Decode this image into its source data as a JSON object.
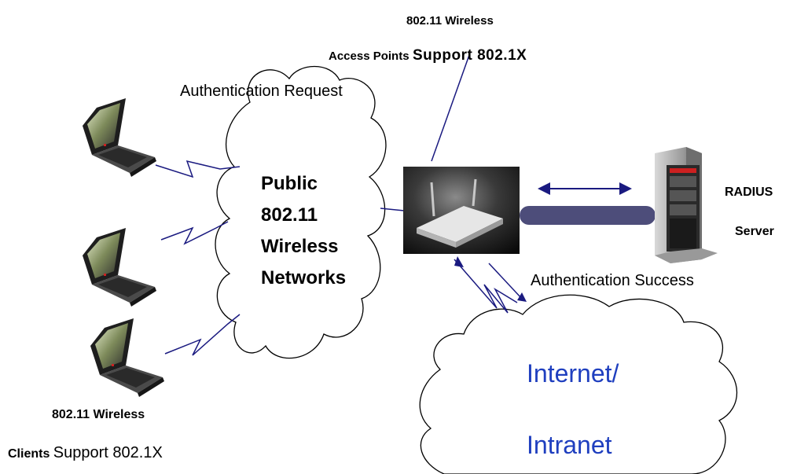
{
  "labels": {
    "ap_title_line1": "802.11 Wireless",
    "ap_title_line2_bold": "Access Points",
    "ap_title_line2_large": "Support 802.1X",
    "auth_request": "Authentication Request",
    "cloud_public_line1": "Public",
    "cloud_public_line2": "802.11",
    "cloud_public_line3": "Wireless",
    "cloud_public_line4": "Networks",
    "radius_line1": "RADIUS",
    "radius_line2": "Server",
    "auth_success": "Authentication Success",
    "internet_line1": "Internet/",
    "internet_line2": "Intranet",
    "clients_line1": "802.11 Wireless",
    "clients_line2_bold": "Clients",
    "clients_line2_normal": "Support 802.1X"
  },
  "colors": {
    "line": "#1a1a80",
    "internet_text": "#1f3fbf",
    "cable": "#4d4d7a"
  },
  "icons": {
    "laptop": "laptop-icon",
    "access_point": "access-point-icon",
    "server": "server-icon",
    "cloud": "cloud-shape"
  }
}
